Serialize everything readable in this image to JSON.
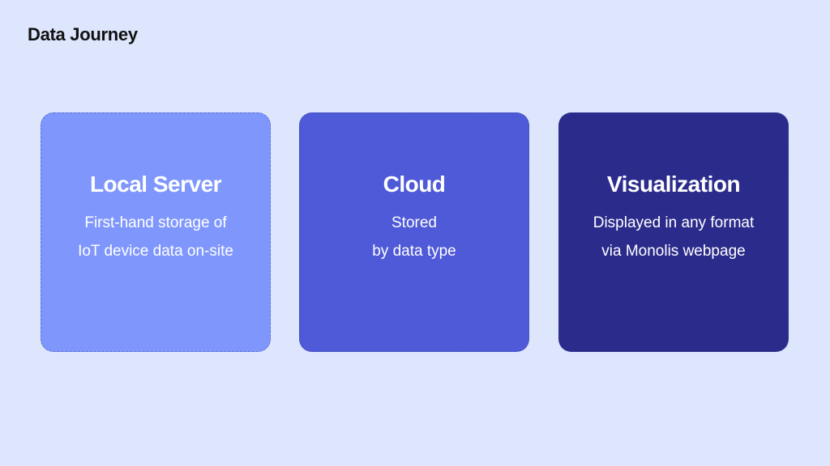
{
  "title": "Data Journey",
  "cards": [
    {
      "title": "Local Server",
      "lines": [
        "First-hand storage of",
        "IoT device data on-site"
      ],
      "color": "#7f97fd"
    },
    {
      "title": "Cloud",
      "lines": [
        "Stored",
        "by data type"
      ],
      "color": "#4f5ad8"
    },
    {
      "title": "Visualization",
      "lines": [
        "Displayed in any format",
        "via Monolis webpage"
      ],
      "color": "#2b2b8c"
    }
  ]
}
